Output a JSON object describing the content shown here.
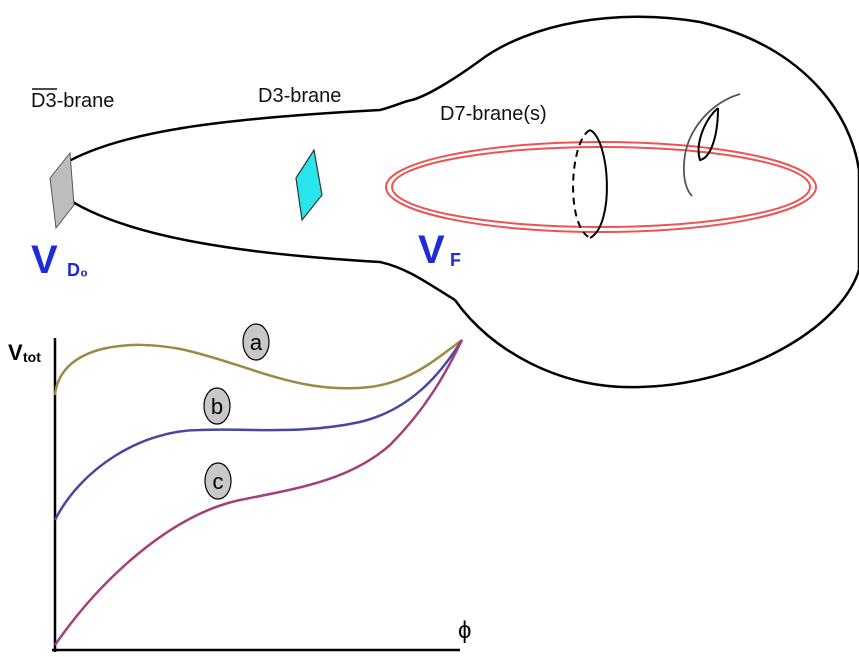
{
  "labels": {
    "anti_d3_prefix": "D3",
    "anti_d3_suffix": "-brane",
    "d3": "D3-brane",
    "d7": "D7-brane(s)"
  },
  "potentials": {
    "vd0_main": "V",
    "vd0_sub": "D₀",
    "vf_main": "V",
    "vf_sub": "F"
  },
  "plot": {
    "ylabel_main": "V",
    "ylabel_sub": "tot",
    "xlabel": "ϕ",
    "curves": [
      {
        "id": "a",
        "label": "a",
        "color": "#9b8a45"
      },
      {
        "id": "b",
        "label": "b",
        "color": "#4747a3"
      },
      {
        "id": "c",
        "label": "c",
        "color": "#a43f7a"
      }
    ]
  },
  "colors": {
    "label_blue": "#1f2bd8",
    "d7_ring": "#ee5252",
    "d3_fill": "#27e5ea",
    "anti_d3_fill": "#bdbdbd"
  }
}
